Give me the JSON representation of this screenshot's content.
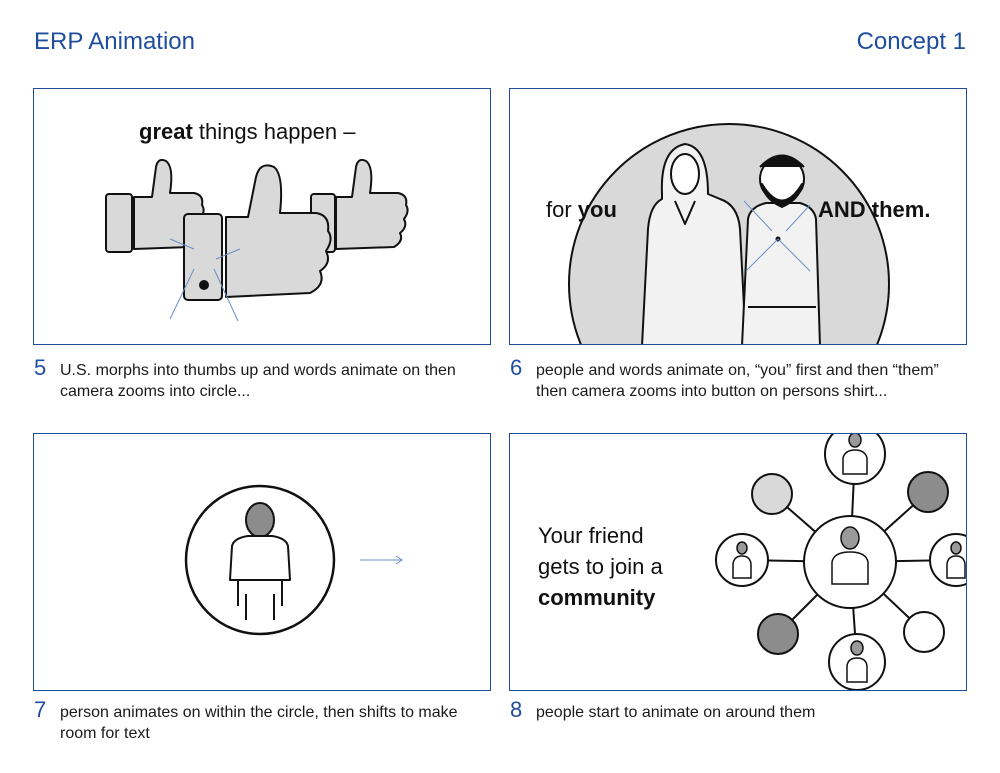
{
  "header": {
    "title": "ERP Animation",
    "concept": "Concept 1"
  },
  "panels": [
    {
      "number": "5",
      "text_bold": "great",
      "text_rest": " things happen –",
      "caption": "U.S. morphs into thumbs up and words animate on then camera zooms into circle..."
    },
    {
      "number": "6",
      "text_for": "for ",
      "text_you": "you",
      "text_and_them": "AND them.",
      "caption": "people and words animate on, “you” first and then “them” then camera zooms into button on persons shirt..."
    },
    {
      "number": "7",
      "caption": "person animates on within the circle, then shifts to make room for text"
    },
    {
      "number": "8",
      "line1": "Your friend",
      "line2": "gets to join a",
      "line3": "community",
      "caption": "people start to animate on around them"
    }
  ],
  "colors": {
    "accent": "#1f4e9e",
    "fill_gray": "#d9d9d9",
    "dark_gray": "#8c8c8c",
    "arrow_blue": "#6b8fc7"
  }
}
